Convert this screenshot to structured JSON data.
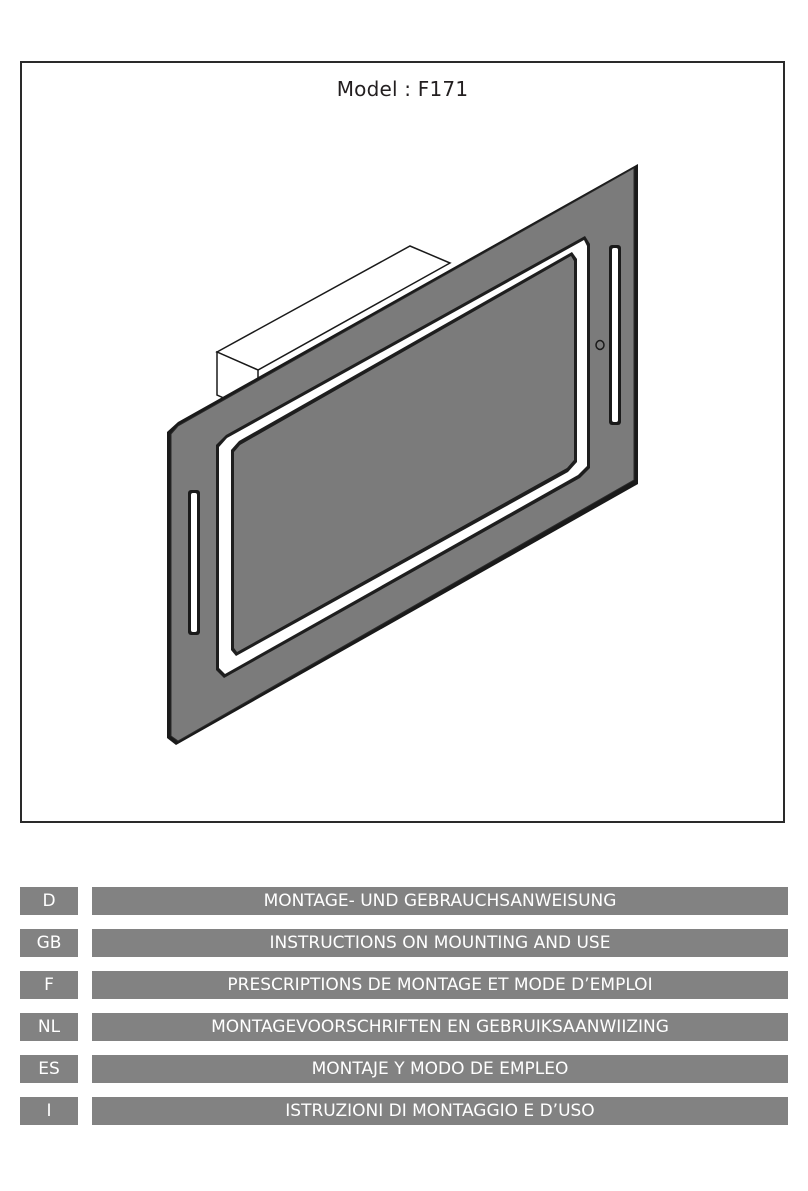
{
  "header": {
    "model_label": "Model : F171"
  },
  "figure": {
    "subject": "ceiling cooker hood with illuminated frame",
    "colors": {
      "panel": "#7c7c7c",
      "outline": "#1a1a1a",
      "light_frame": "#ffffff",
      "housing": "#ffffff"
    }
  },
  "languages": [
    {
      "code": "D",
      "title": "MONTAGE- UND GEBRAUCHSANWEISUNG"
    },
    {
      "code": "GB",
      "title": "INSTRUCTIONS ON MOUNTING AND USE"
    },
    {
      "code": "F",
      "title": "PRESCRIPTIONS DE MONTAGE ET MODE D’EMPLOI"
    },
    {
      "code": "NL",
      "title": "MONTAGEVOORSCHRIFTEN EN GEBRUIKSAANWIIZING"
    },
    {
      "code": "ES",
      "title": "MONTAJE Y MODO DE EMPLEO"
    },
    {
      "code": "I",
      "title": "ISTRUZIONI DI MONTAGGIO E D’USO"
    }
  ],
  "colors": {
    "bar_background": "#828282",
    "bar_text": "#ffffff"
  }
}
